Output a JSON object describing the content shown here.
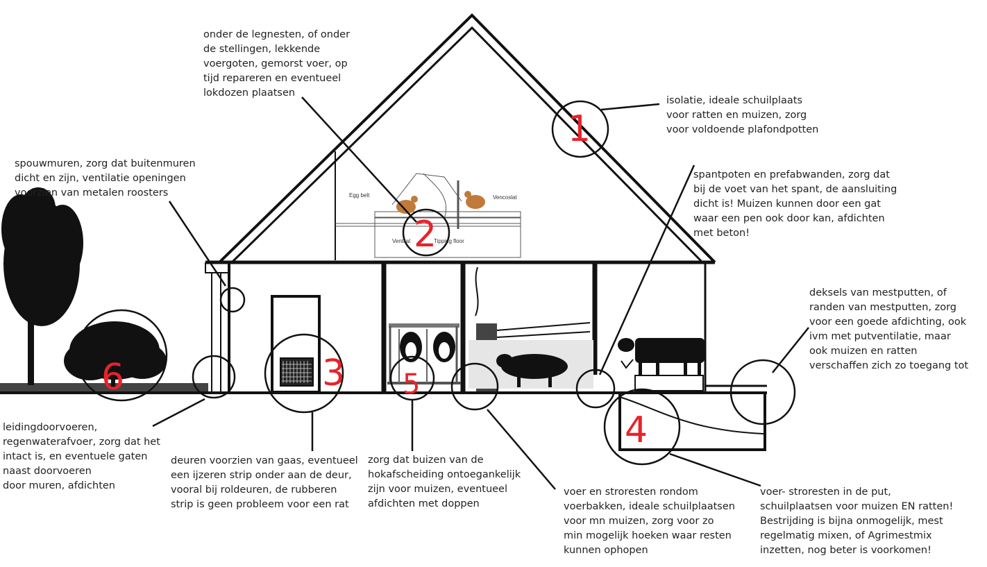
{
  "colors": {
    "marker": "#e8232a",
    "ink": "#111111",
    "text": "#222222"
  },
  "markers": [
    "1",
    "2",
    "3",
    "4",
    "5",
    "6"
  ],
  "poultry_labels": {
    "egg_belt": "Egg belt",
    "vencoslat": "Vencoslat",
    "ventilation": "Ventilat",
    "tipping_floor": "Tipping floor"
  },
  "notes": {
    "n2": [
      "onder de legnesten, of onder",
      "de stellingen, lekkende",
      "voergoten, gemorst voer, op",
      "tijd repareren en eventueel",
      "lokdozen plaatsen"
    ],
    "n1": [
      "isolatie, ideale schuilplaats",
      "voor ratten en muizen, zorg",
      "voor voldoende plafondpotten"
    ],
    "spouw": [
      "spouwmuren, zorg dat buitenmuren",
      "dicht en zijn, ventilatie openingen",
      "voorzien van metalen roosters"
    ],
    "spant": [
      "spantpoten en prefabwanden, zorg dat",
      "bij de voet van het spant, de aansluiting",
      "dicht is! Muizen kunnen door een gat",
      "waar een pen ook door kan, afdichten",
      "met beton!"
    ],
    "deksels": [
      "deksels van mestputten, of",
      "randen van mestputten, zorg",
      "voor een goede afdichting, ook",
      "ivm met putventilatie, maar",
      "ook muizen en ratten",
      "verschaffen zich zo toegang tot"
    ],
    "n6": [
      "leidingdoorvoeren,",
      "regenwaterafvoer, zorg dat het",
      "intact is, en eventuele gaten",
      "naast doorvoeren",
      "door muren, afdichten"
    ],
    "n3": [
      "deuren voorzien van gaas, eventueel",
      "een ijzeren strip onder aan de deur,",
      "vooral bij roldeuren, de rubberen",
      "strip is geen probleem voor een rat"
    ],
    "n5": [
      "zorg dat buizen van de",
      "hokafscheiding ontoegankelijk",
      "zijn voor muizen, eventueel",
      "afdichten met doppen"
    ],
    "voer": [
      "voer en stroresten rondom",
      "voerbakken, ideale schuilplaatsen",
      "voor mn muizen, zorg voor zo",
      "min mogelijk hoeken waar resten",
      "kunnen ophopen"
    ],
    "n4": [
      "voer- stroresten in de put,",
      "schuilplaatsen voor muizen EN ratten!",
      "Bestrijding is bijna onmogelijk, mest",
      "regelmatig mixen, of Agrimestmix",
      "inzetten, nog beter is voorkomen!"
    ]
  }
}
